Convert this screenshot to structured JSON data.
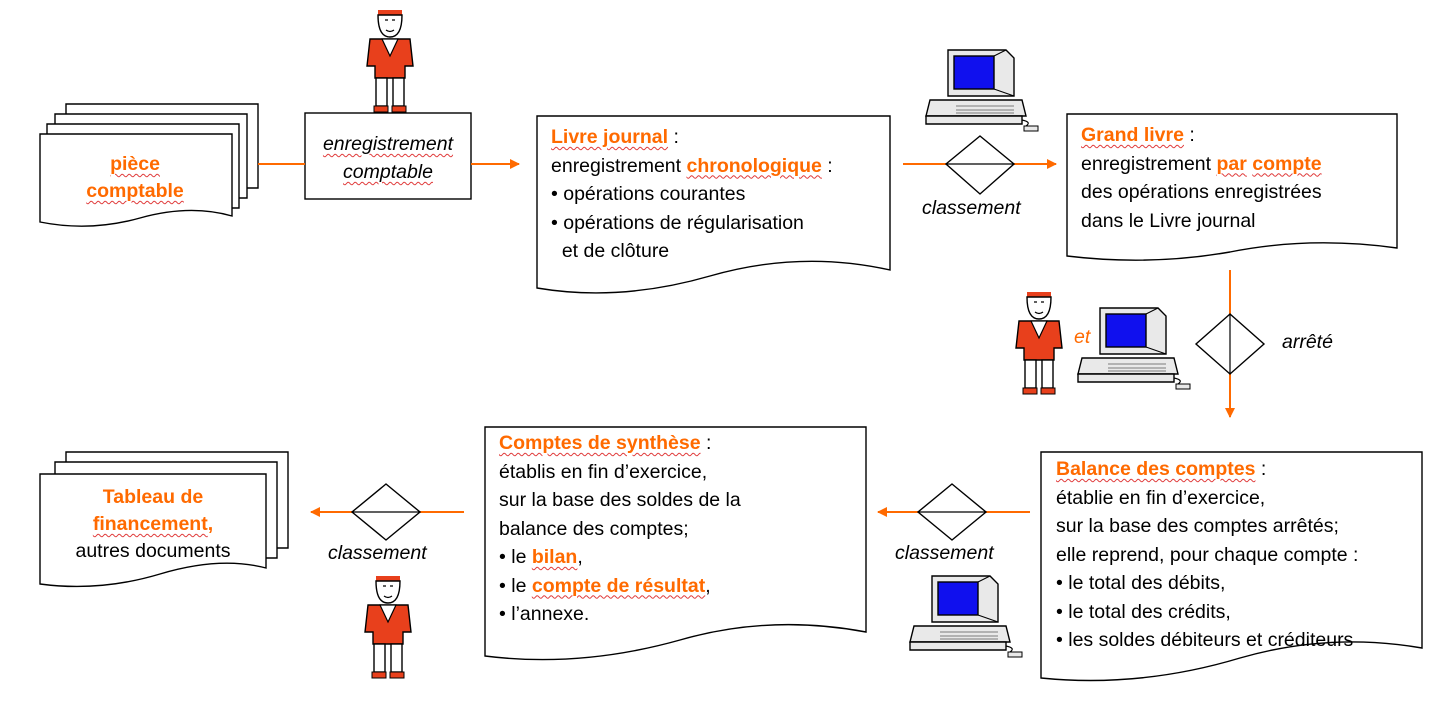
{
  "piece": {
    "line1": "pièce",
    "line2": "comptable"
  },
  "enregistrement": {
    "line1": "enregistrement",
    "line2": "comptable"
  },
  "journal": {
    "title": "Livre journal",
    "title_suffix": " :",
    "line2_prefix": "enregistrement ",
    "line2_highlight": "chronologique",
    "line2_suffix": " :",
    "items": [
      "• opérations courantes",
      "• opérations de régularisation",
      "  et de clôture"
    ]
  },
  "grand_livre": {
    "title": "Grand livre",
    "title_suffix": " :",
    "line2_prefix": "enregistrement ",
    "line2_par": "par",
    "line2_space": " ",
    "line2_compte": "compte",
    "line3": "des opérations enregistrées",
    "line4": "dans le Livre journal"
  },
  "balance": {
    "title": "Balance des comptes",
    "title_suffix": " :",
    "lines": [
      "établie en fin d’exercice,",
      "sur la base des comptes arrêtés;",
      "elle reprend, pour chaque compte :",
      "• le total des débits,",
      "• le total des crédits,",
      "• les soldes débiteurs et créditeurs"
    ]
  },
  "synthese": {
    "title": "Comptes de synthèse",
    "title_suffix": " :",
    "lines": [
      "établis en fin d’exercice,",
      "sur la base des soldes de la",
      "balance des comptes;"
    ],
    "bilan_prefix": "• le ",
    "bilan": "bilan",
    "bilan_suffix": ",",
    "resultat_prefix": "• le ",
    "resultat": "compte de résultat",
    "resultat_suffix": ",",
    "annexe": "• l’annexe."
  },
  "tableau": {
    "line1": "Tableau de",
    "line2": "financement",
    "line2_suffix": ",",
    "line3": "autres documents"
  },
  "labels": {
    "classement_top": "classement",
    "arrete": "arrêté",
    "et": "et",
    "classement_bottom_right": "classement",
    "classement_bottom_left": "classement"
  },
  "colors": {
    "accent": "#ff6a00",
    "screen": "#1010ee",
    "computer": "#e9e9e9"
  },
  "icons": [
    "person-icon",
    "computer-icon",
    "decision-diamond-icon",
    "arrow-icon",
    "document-stack-icon"
  ]
}
